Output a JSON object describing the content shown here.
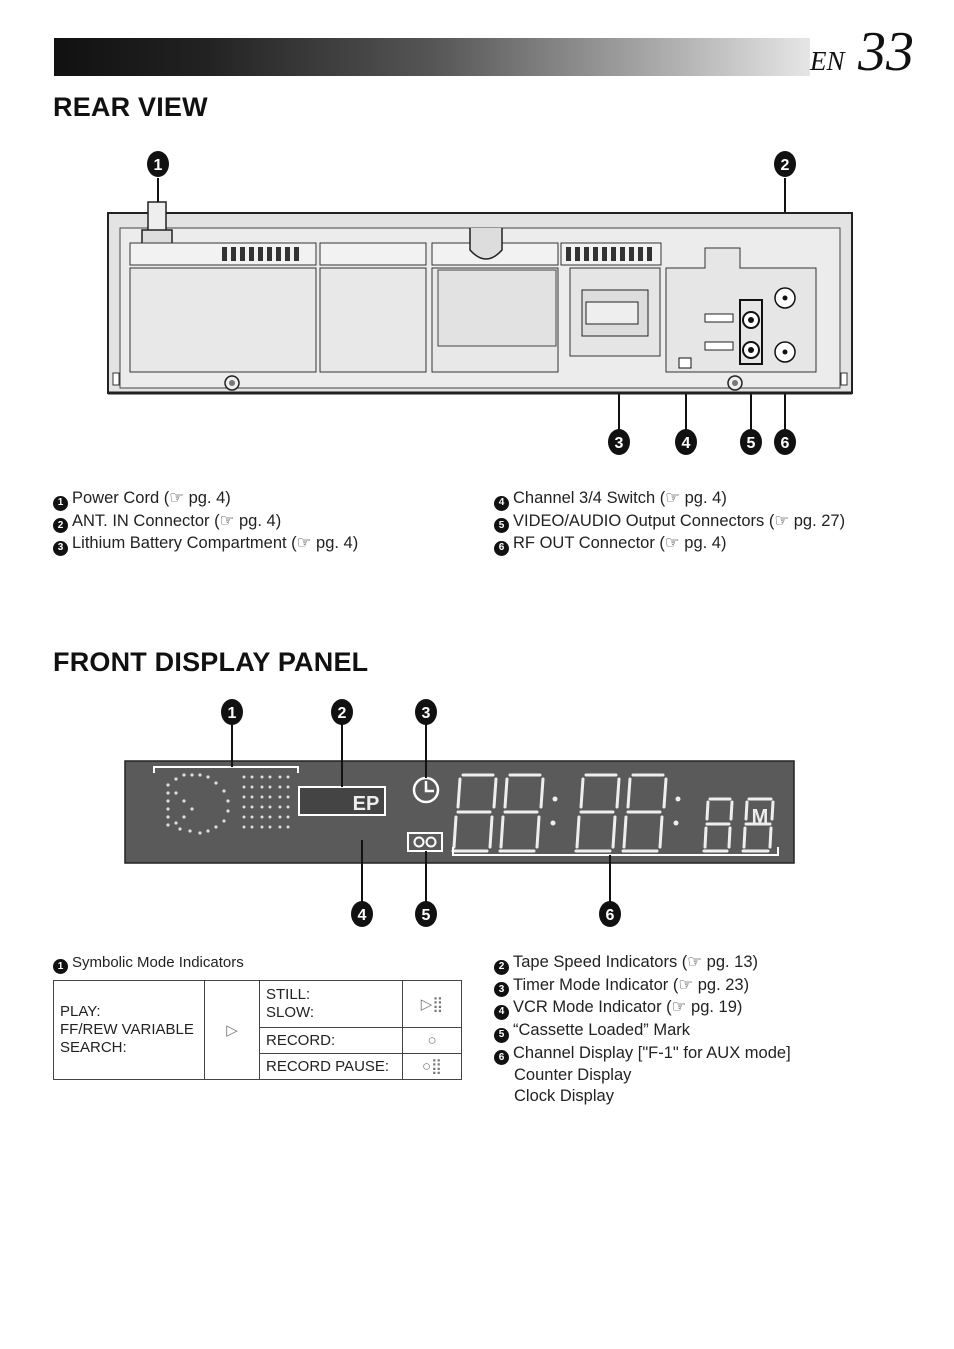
{
  "header": {
    "lang": "EN",
    "page_number": "33"
  },
  "rear_view": {
    "title": "REAR VIEW",
    "callout_numbers": [
      "1",
      "2",
      "3",
      "4",
      "5",
      "6"
    ],
    "legend_left": [
      {
        "num": "1",
        "text": "Power Cord (☞ pg. 4)"
      },
      {
        "num": "2",
        "text": "ANT. IN Connector (☞ pg. 4)"
      },
      {
        "num": "3",
        "text": "Lithium Battery Compartment (☞ pg. 4)"
      }
    ],
    "legend_right": [
      {
        "num": "4",
        "text": "Channel 3/4 Switch (☞ pg. 4)"
      },
      {
        "num": "5",
        "text": "VIDEO/AUDIO Output Connectors (☞ pg. 27)"
      },
      {
        "num": "6",
        "text": "RF OUT Connector (☞ pg. 4)"
      }
    ]
  },
  "front_panel": {
    "title": "FRONT DISPLAY PANEL",
    "callout_numbers": [
      "1",
      "2",
      "3",
      "4",
      "5",
      "6"
    ],
    "display": {
      "speed_label": "EP",
      "mode_letter": "M"
    },
    "table_caption": {
      "num": "1",
      "text": "Symbolic Mode Indicators"
    },
    "table": {
      "left_label_lines": [
        "PLAY:",
        "FF/REW VARIABLE",
        "SEARCH:"
      ],
      "rows": [
        {
          "label_lines": [
            "STILL:",
            "SLOW:"
          ]
        },
        {
          "label_lines": [
            "RECORD:"
          ]
        },
        {
          "label_lines": [
            "RECORD PAUSE:"
          ]
        }
      ]
    },
    "legend_right": [
      {
        "num": "2",
        "text": "Tape Speed Indicators (☞ pg. 13)"
      },
      {
        "num": "3",
        "text": "Timer Mode Indicator (☞ pg. 23)"
      },
      {
        "num": "4",
        "text": "VCR Mode Indicator (☞ pg. 19)"
      },
      {
        "num": "5",
        "text": "“Cassette Loaded” Mark"
      },
      {
        "num": "6",
        "text": "Channel Display [\"F-1\" for AUX mode]"
      },
      {
        "num": "",
        "text": "Counter Display"
      },
      {
        "num": "",
        "text": "Clock Display"
      }
    ]
  }
}
